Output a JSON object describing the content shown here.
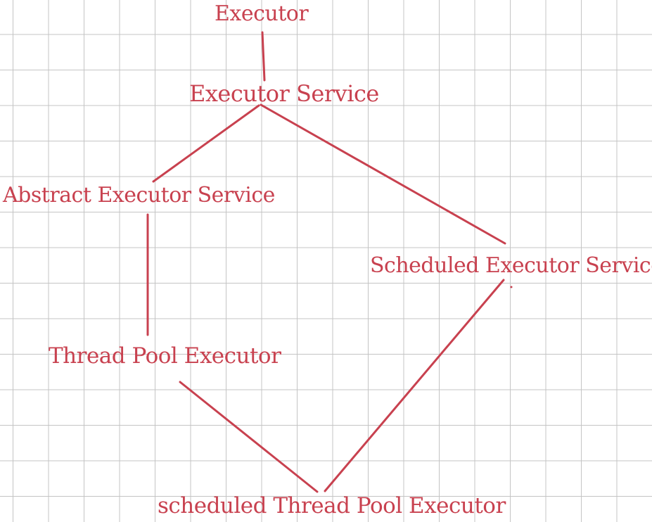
{
  "theme": {
    "ink_color": "#c8414f",
    "grid_color": "#c4c4c4",
    "paper_color": "#ffffff"
  },
  "nodes": {
    "executor": "Executor",
    "executor_service": "Executor Service",
    "abstract_executor_service": "Abstract Executor Service",
    "scheduled_executor_service": "Scheduled Executor Service",
    "thread_pool_executor": "Thread Pool Executor",
    "scheduled_thread_pool_executor": "scheduled Thread Pool Executor"
  }
}
